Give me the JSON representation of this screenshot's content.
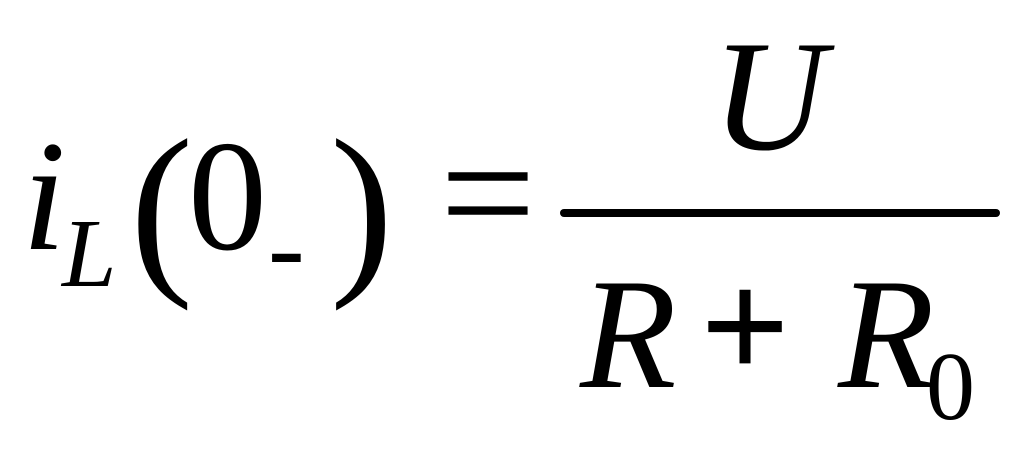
{
  "equation": {
    "lhs": {
      "symbol": "i",
      "subscript": "L",
      "open_paren": "(",
      "argument": "0",
      "argument_subscript": "-",
      "close_paren": ")"
    },
    "equals": "=",
    "fraction": {
      "numerator": "U",
      "denominator": {
        "term1": "R",
        "operator": "+",
        "term2": "R",
        "term2_subscript": "0"
      }
    }
  }
}
